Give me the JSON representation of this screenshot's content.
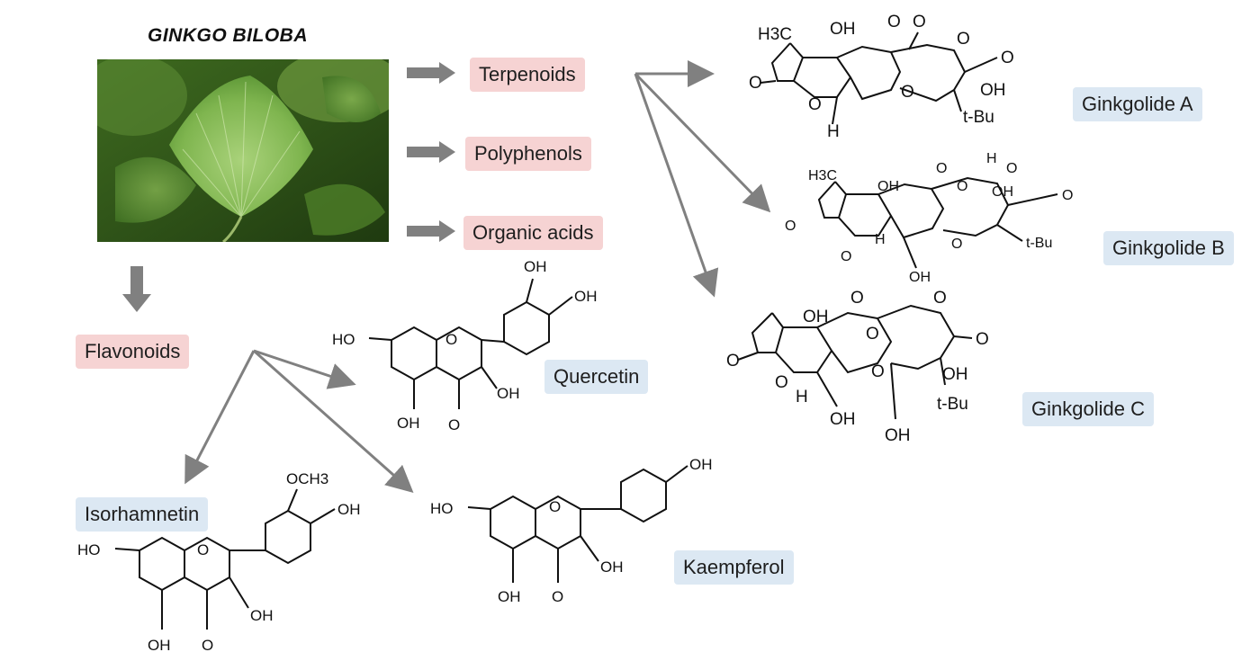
{
  "source": {
    "title": "GINKGO BILOBA"
  },
  "classes": {
    "terpenoids": "Terpenoids",
    "polyphenols": "Polyphenols",
    "organic_acids": "Organic acids",
    "flavonoids": "Flavonoids"
  },
  "compounds": {
    "ginkgolide_a": "Ginkgolide A",
    "ginkgolide_b": "Ginkgolide B",
    "ginkgolide_c": "Ginkgolide C",
    "quercetin": "Quercetin",
    "isorhamnetin": "Isorhamnetin",
    "kaempferol": "Kaempferol"
  },
  "atoms": {
    "oh": "OH",
    "ho": "HO",
    "o": "O",
    "h": "H",
    "h3c": "H3C",
    "tbu": "t-Bu",
    "tbu_italic": "t-Bu",
    "och3": "OCH3"
  },
  "colors": {
    "class_box": "#f6d3d3",
    "compound_box": "#dce8f3",
    "arrow": "#808080"
  }
}
